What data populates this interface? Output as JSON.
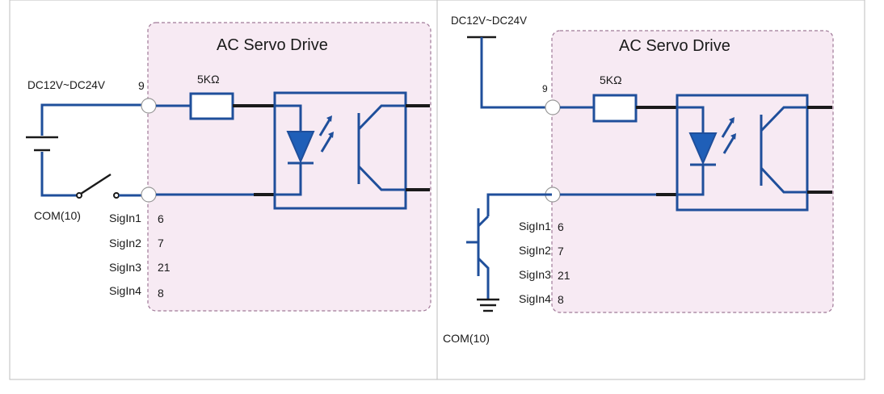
{
  "panels": [
    {
      "title": "AC Servo Drive",
      "supply_label": "DC12V~DC24V",
      "pin_top": "9",
      "resistor_label": "5KΩ",
      "com_label": "COM(10)",
      "signals": [
        {
          "name": "SigIn1",
          "pin": "6"
        },
        {
          "name": "SigIn2",
          "pin": "7"
        },
        {
          "name": "SigIn3",
          "pin": "21"
        },
        {
          "name": "SigIn4",
          "pin": "8"
        }
      ]
    },
    {
      "title": "AC Servo Drive",
      "supply_label": "DC12V~DC24V",
      "pin_top": "9",
      "resistor_label": "5KΩ",
      "com_label": "COM(10)",
      "signals": [
        {
          "name": "SigIn1",
          "pin": "6"
        },
        {
          "name": "SigIn2",
          "pin": "7"
        },
        {
          "name": "SigIn3",
          "pin": "21"
        },
        {
          "name": "SigIn4",
          "pin": "8"
        }
      ]
    }
  ],
  "colors": {
    "wire": "#1f4f9b",
    "drive_background": "#f7eaf3",
    "diode_fill": "#1f5fb8"
  }
}
